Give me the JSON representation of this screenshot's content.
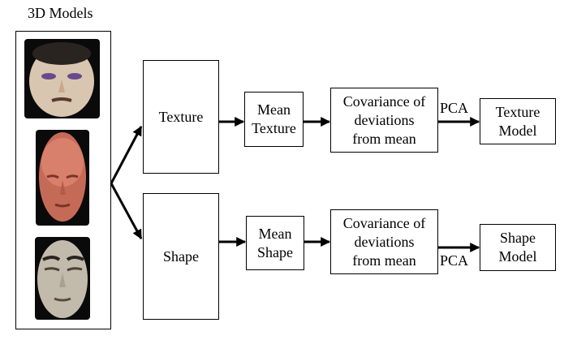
{
  "title": "3D Models",
  "faces": [
    {
      "icon": "face-photo-1-icon",
      "tone": "#d8c4ae"
    },
    {
      "icon": "face-photo-2-icon",
      "tone": "#c86a58"
    },
    {
      "icon": "face-photo-3-icon",
      "tone": "#bfb7a8"
    }
  ],
  "texture_branch": {
    "source": "Texture",
    "mean_line1": "Mean",
    "mean_line2": "Texture",
    "cov_line1": "Covariance of",
    "cov_line2": "deviations",
    "cov_line3": "from mean",
    "pca": "PCA",
    "model_line1": "Texture",
    "model_line2": "Model"
  },
  "shape_branch": {
    "source": "Shape",
    "mean_line1": "Mean",
    "mean_line2": "Shape",
    "cov_line1": "Covariance of",
    "cov_line2": "deviations",
    "cov_line3": "from mean",
    "pca": "PCA",
    "model_line1": "Shape",
    "model_line2": "Model"
  }
}
